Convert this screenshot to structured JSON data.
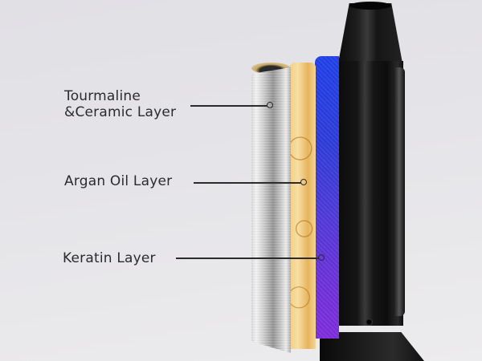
{
  "scene": {
    "subject": "curling iron barrel cross-section with coating layers",
    "background_color": "#e3e2e7",
    "text_color": "#2b2b2d"
  },
  "callouts": [
    {
      "id": "tourmaline",
      "line1": "Tourmaline",
      "line2": "&Ceramic Layer",
      "layer_color": "#c8c8c8"
    },
    {
      "id": "argan",
      "line1": "Argan Oil Layer",
      "layer_color": "#f0c878"
    },
    {
      "id": "keratin",
      "line1": "Keratin Layer",
      "layer_color": "#5a35d8"
    }
  ]
}
